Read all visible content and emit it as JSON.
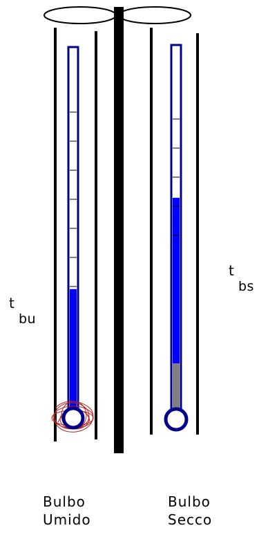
{
  "labels": {
    "wet_symbol": "t",
    "wet_subscript": "bu",
    "dry_symbol": "t",
    "dry_subscript": "bs"
  },
  "captions": {
    "wet_line1": "Bulbo",
    "wet_line2": "Umido",
    "dry_line1": "Bulbo",
    "dry_line2": "Secco"
  },
  "thermometers": {
    "wet_fill_fraction": 0.33,
    "dry_fill_fraction": 0.52
  },
  "colors": {
    "glass_outline": "#00008b",
    "mercury": "#0000ff",
    "bulb_stem": "#808080",
    "wick": "#b22222",
    "tube_wall": "#000000",
    "scale_ticks": "#000000"
  },
  "icons": {
    "fan": "propeller-icon",
    "wick": "wick-icon"
  }
}
